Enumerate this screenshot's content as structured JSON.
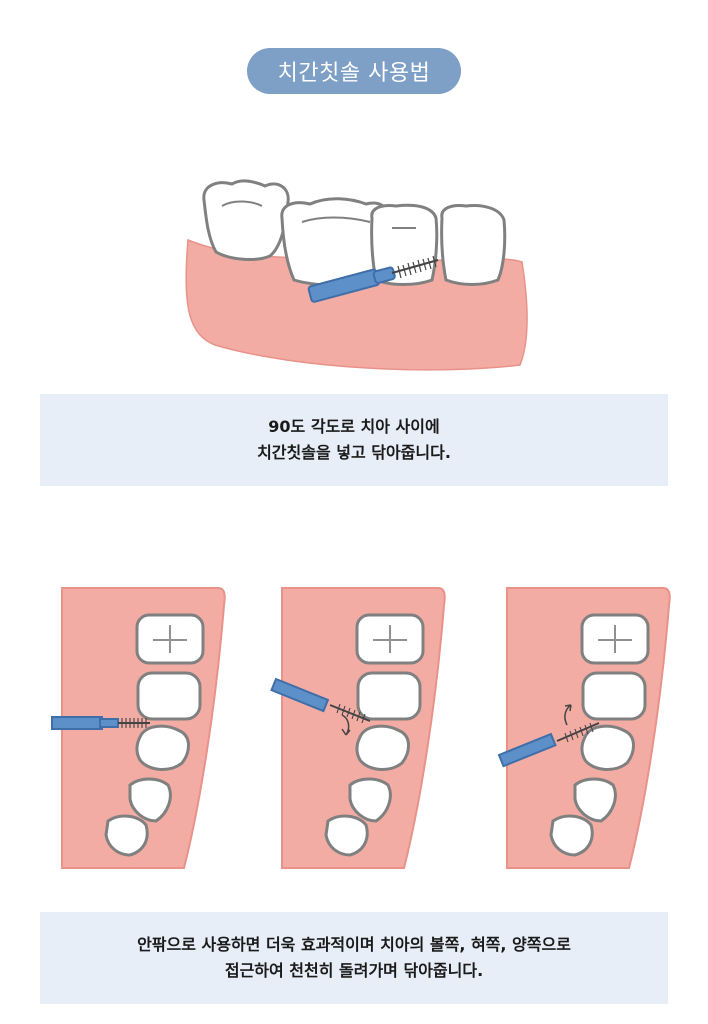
{
  "title": "치간칫솔 사용법",
  "captions": {
    "step1": [
      "90도 각도로 치아 사이에",
      "치간칫솔을 넣고 닦아줍니다."
    ],
    "step2": [
      "안팎으로 사용하면 더욱 효과적이며 치아의 볼쪽, 혀쪽, 양쪽으로",
      "접근하여 천천히 돌려가며 닦아줍니다."
    ]
  },
  "colors": {
    "gum": "#f3aca4",
    "gum_outline": "#e8928a",
    "tooth": "#ffffff",
    "tooth_outline": "#808080",
    "brush_handle": "#5d8fc9",
    "brush_outline": "#3f6ea8",
    "title_pill": "#7e9fc6",
    "caption_bg": "#e8eef7"
  }
}
